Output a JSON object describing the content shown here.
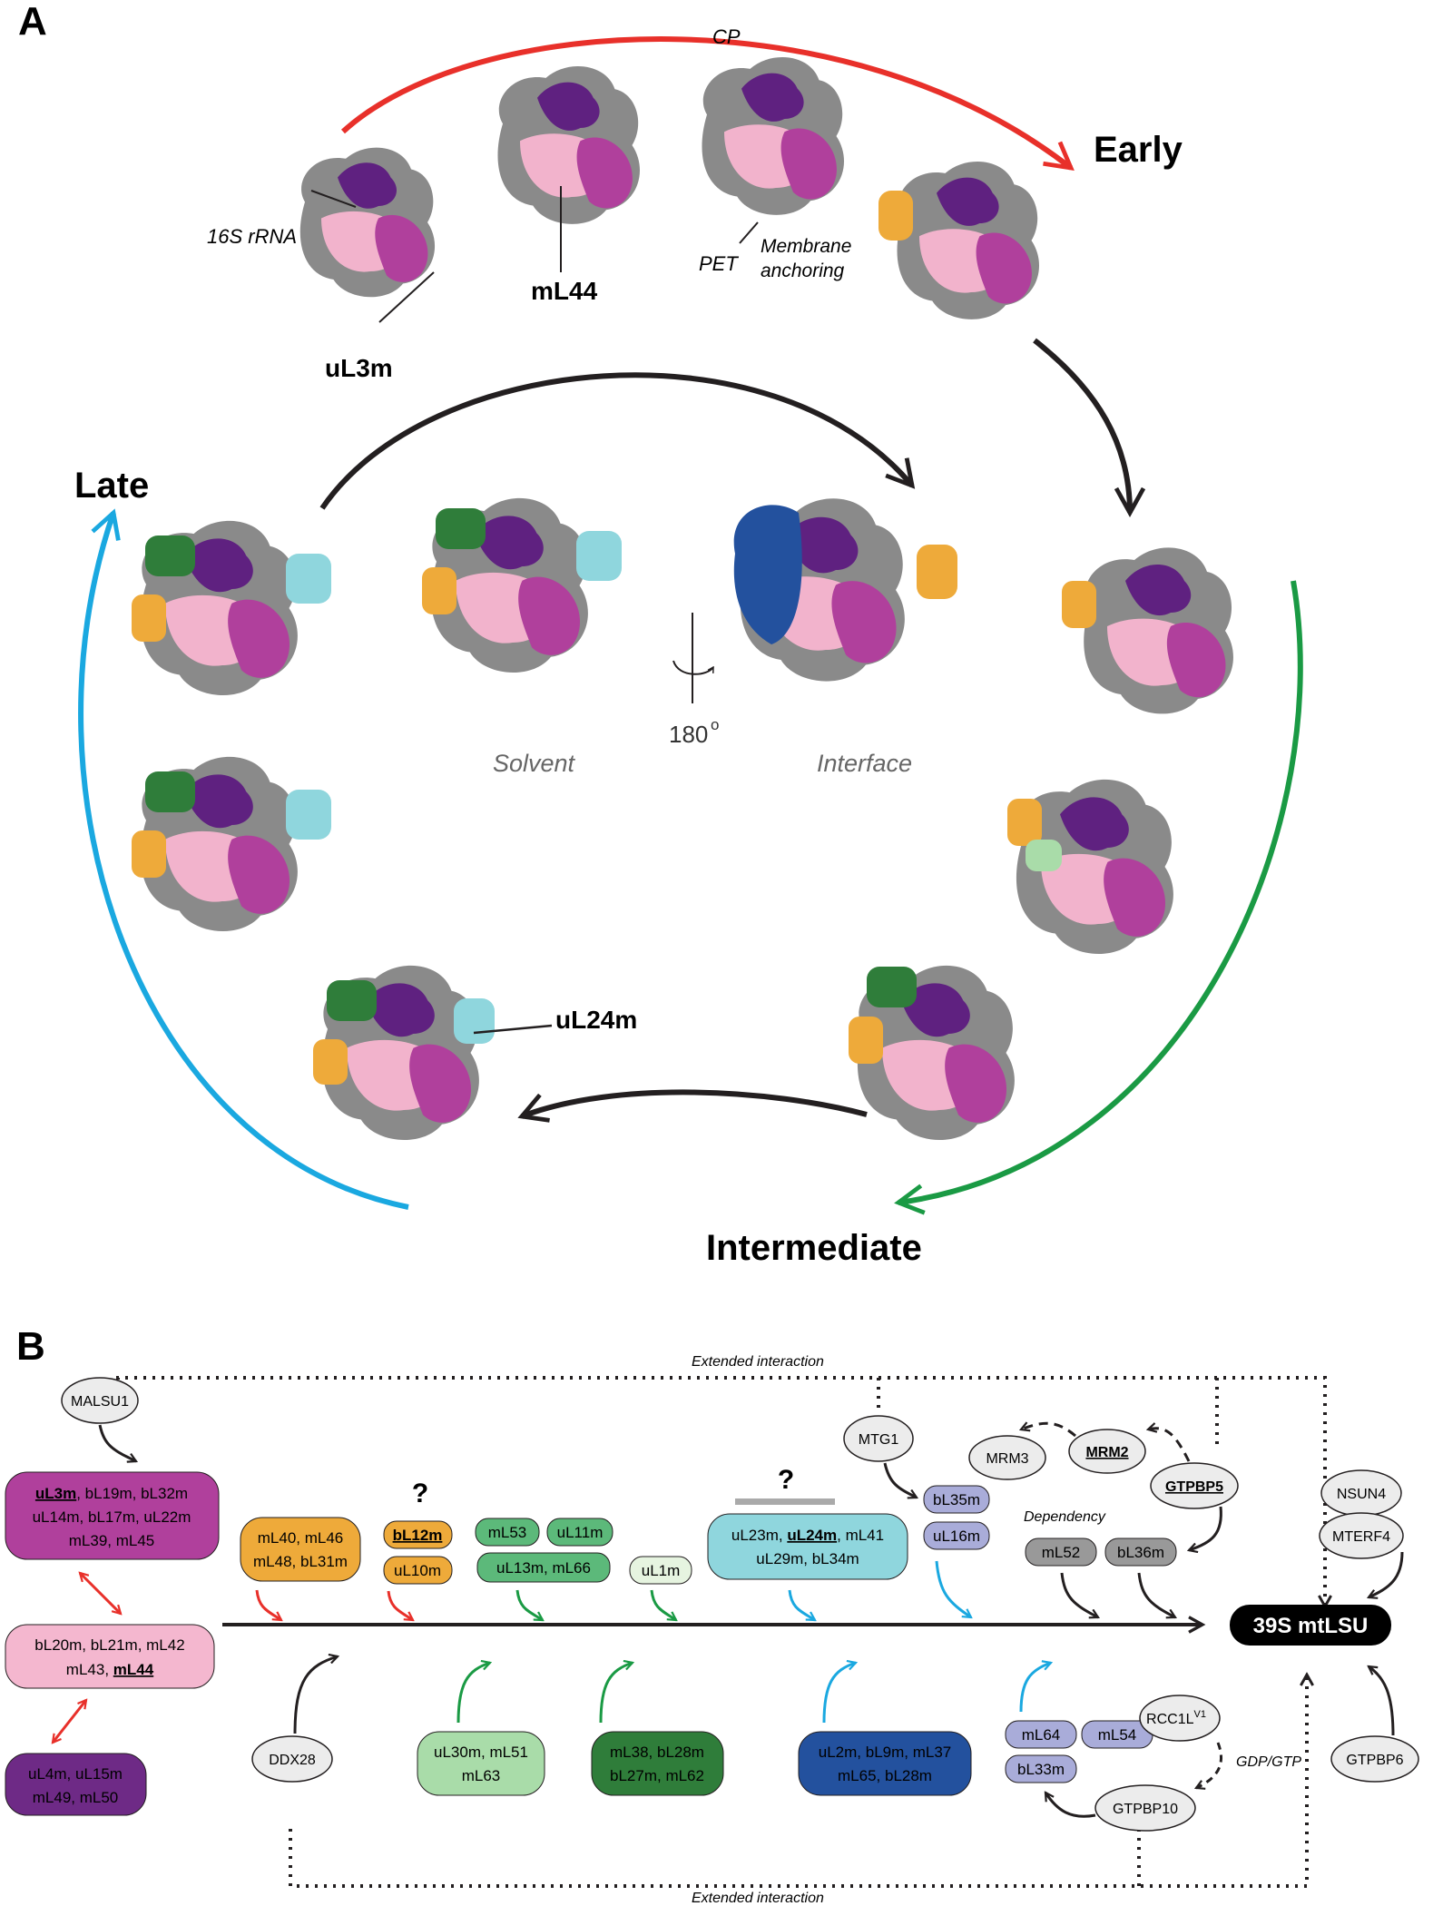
{
  "panel_a": {
    "letter": "A",
    "stages": {
      "early": "Early",
      "intermediate": "Intermediate",
      "late": "Late"
    },
    "labels": {
      "cp": "CP",
      "rrna": "16S rRNA",
      "pet": "PET",
      "membrane1": "Membrane",
      "membrane2": "anchoring",
      "ml44": "mL44",
      "ul3m": "uL3m",
      "ul24m": "uL24m",
      "solvent": "Solvent",
      "interface": "Interface",
      "rotation": "180",
      "degree": "o"
    }
  },
  "panel_b": {
    "letter": "B",
    "extended_top": "Extended interaction",
    "extended_bottom": "Extended interaction",
    "dependency": "Dependency",
    "gdp_gtp": "GDP/GTP",
    "question": "?",
    "target": "39S mtLSU",
    "factors": {
      "malsu1": "MALSU1",
      "mtg1": "MTG1",
      "mrm3": "MRM3",
      "mrm2": "MRM2",
      "gtpbp5": "GTPBP5",
      "nsun4": "NSUN4",
      "mterf4": "MTERF4",
      "ddx28": "DDX28",
      "rcc1l": "RCC1L",
      "rcc1l_sup": "V1",
      "gtpbp10": "GTPBP10",
      "gtpbp6": "GTPBP6"
    },
    "modules": {
      "magenta": {
        "u1": "uL3m",
        "l1": ", bL19m, bL32m",
        "l2": "uL14m, bL17m, uL22m",
        "l3": "mL39, mL45"
      },
      "pink": {
        "l1": "bL20m, bL21m, mL42",
        "l2": "mL43, ",
        "u2": "mL44"
      },
      "purple": {
        "l1": "uL4m, uL15m",
        "l2": "mL49, mL50"
      },
      "orange_a": {
        "l1": "mL40, mL46",
        "l2": "mL48, bL31m"
      },
      "orange_b1": "bL12m",
      "orange_b2": "uL10m",
      "green_a1": "mL53",
      "green_a2": "uL11m",
      "green_a3": "uL13m, mL66",
      "ltgreen_ul1m": "uL1m",
      "cyan": {
        "l1a": "uL23m, ",
        "u1": "uL24m",
        "l1b": ", mL41",
        "l2": "uL29m, bL34m"
      },
      "lav_a1": "bL35m",
      "lav_a2": "uL16m",
      "gray1": "mL52",
      "gray2": "bL36m",
      "ltgreen_b": {
        "l1": "uL30m, mL51",
        "l2": "mL63"
      },
      "dkgreen_b": {
        "l1": "mL38, bL28m",
        "l2": "bL27m, mL62"
      },
      "blue_b": {
        "l1": "uL2m, bL9m, mL37",
        "l2": "mL65, bL28m"
      },
      "lav_b1": "mL64",
      "lav_b2": "mL54",
      "lav_b3": "bL33m"
    }
  },
  "colors": {
    "red": "#e8302a",
    "black": "#231f20",
    "green": "#1a9a44",
    "cyan": "#1aa8e0",
    "magenta": "#b0409c",
    "pink": "#f4b7cf",
    "purple": "#6e2a86",
    "orange": "#eeaa3a",
    "green_mod": "#5cb97a",
    "light_green": "#a9dca9",
    "pale_green": "#e6f4e0",
    "dark_green": "#2f7d3a",
    "teal": "#8fd6dd",
    "lavender": "#a9acd9",
    "gray": "#999999",
    "blue": "#23519e",
    "factor_gray": "#ececec"
  }
}
